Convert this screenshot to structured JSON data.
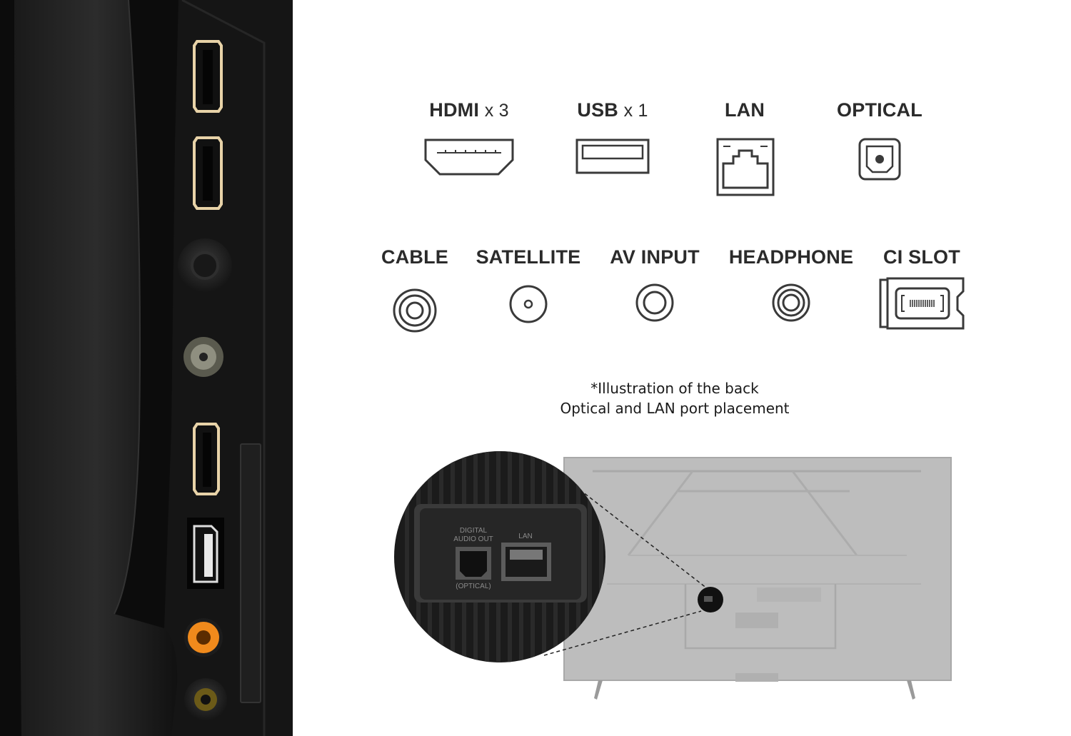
{
  "ports_row1": [
    {
      "name": "HDMI",
      "count": "x 3"
    },
    {
      "name": "USB",
      "count": "x 1"
    },
    {
      "name": "LAN",
      "count": ""
    },
    {
      "name": "OPTICAL",
      "count": ""
    }
  ],
  "ports_row2": [
    {
      "name": "CABLE"
    },
    {
      "name": "SATELLITE"
    },
    {
      "name": "AV INPUT"
    },
    {
      "name": "HEADPHONE"
    },
    {
      "name": "CI SLOT"
    }
  ],
  "caption": {
    "line1": "*Illustration of the back",
    "line2": "Optical and LAN port placement"
  },
  "closeup": {
    "optical_label_line1": "DIGITAL",
    "optical_label_line2": "AUDIO OUT",
    "optical_label_bottom": "(OPTICAL)",
    "lan_label": "LAN"
  },
  "colors": {
    "text": "#2b2b2b",
    "icon_stroke": "#3a3a3a",
    "tv_back": "#bdbdbd",
    "panel_dark": "#0e0e0e",
    "hdmi_accent": "#e8d3a8",
    "av_orange": "#f08a1c"
  }
}
